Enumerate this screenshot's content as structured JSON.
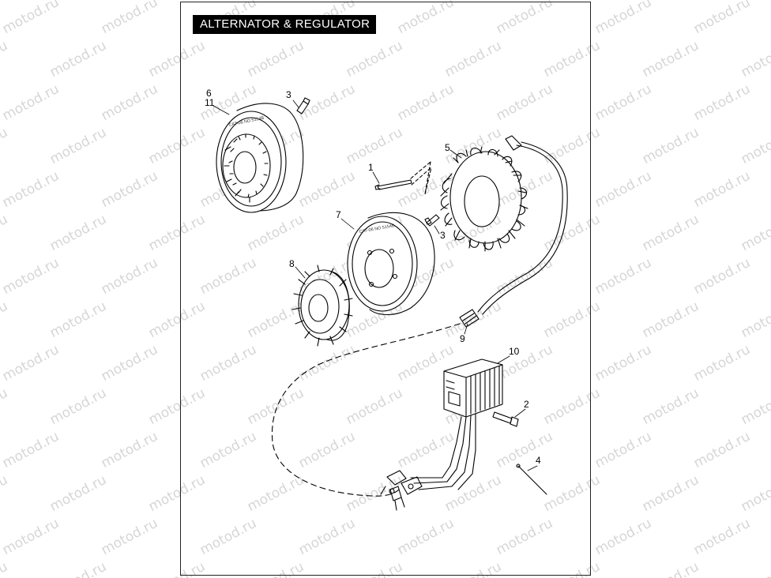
{
  "title": "ALTERNATOR & REGULATOR",
  "watermark": "motod.ru",
  "callouts": {
    "c1": "1",
    "c2": "2",
    "c3a": "3",
    "c3b": "3",
    "c4": "4",
    "c5": "5",
    "c6": "6",
    "c11": "11",
    "c7": "7",
    "c8": "8",
    "c9": "9",
    "c10": "10"
  },
  "rotor_marking": "CAT-06 NO 5154B",
  "colors": {
    "line": "#000000",
    "watermark": "#d6d6d6",
    "title_bg": "#000000",
    "title_fg": "#ffffff"
  }
}
